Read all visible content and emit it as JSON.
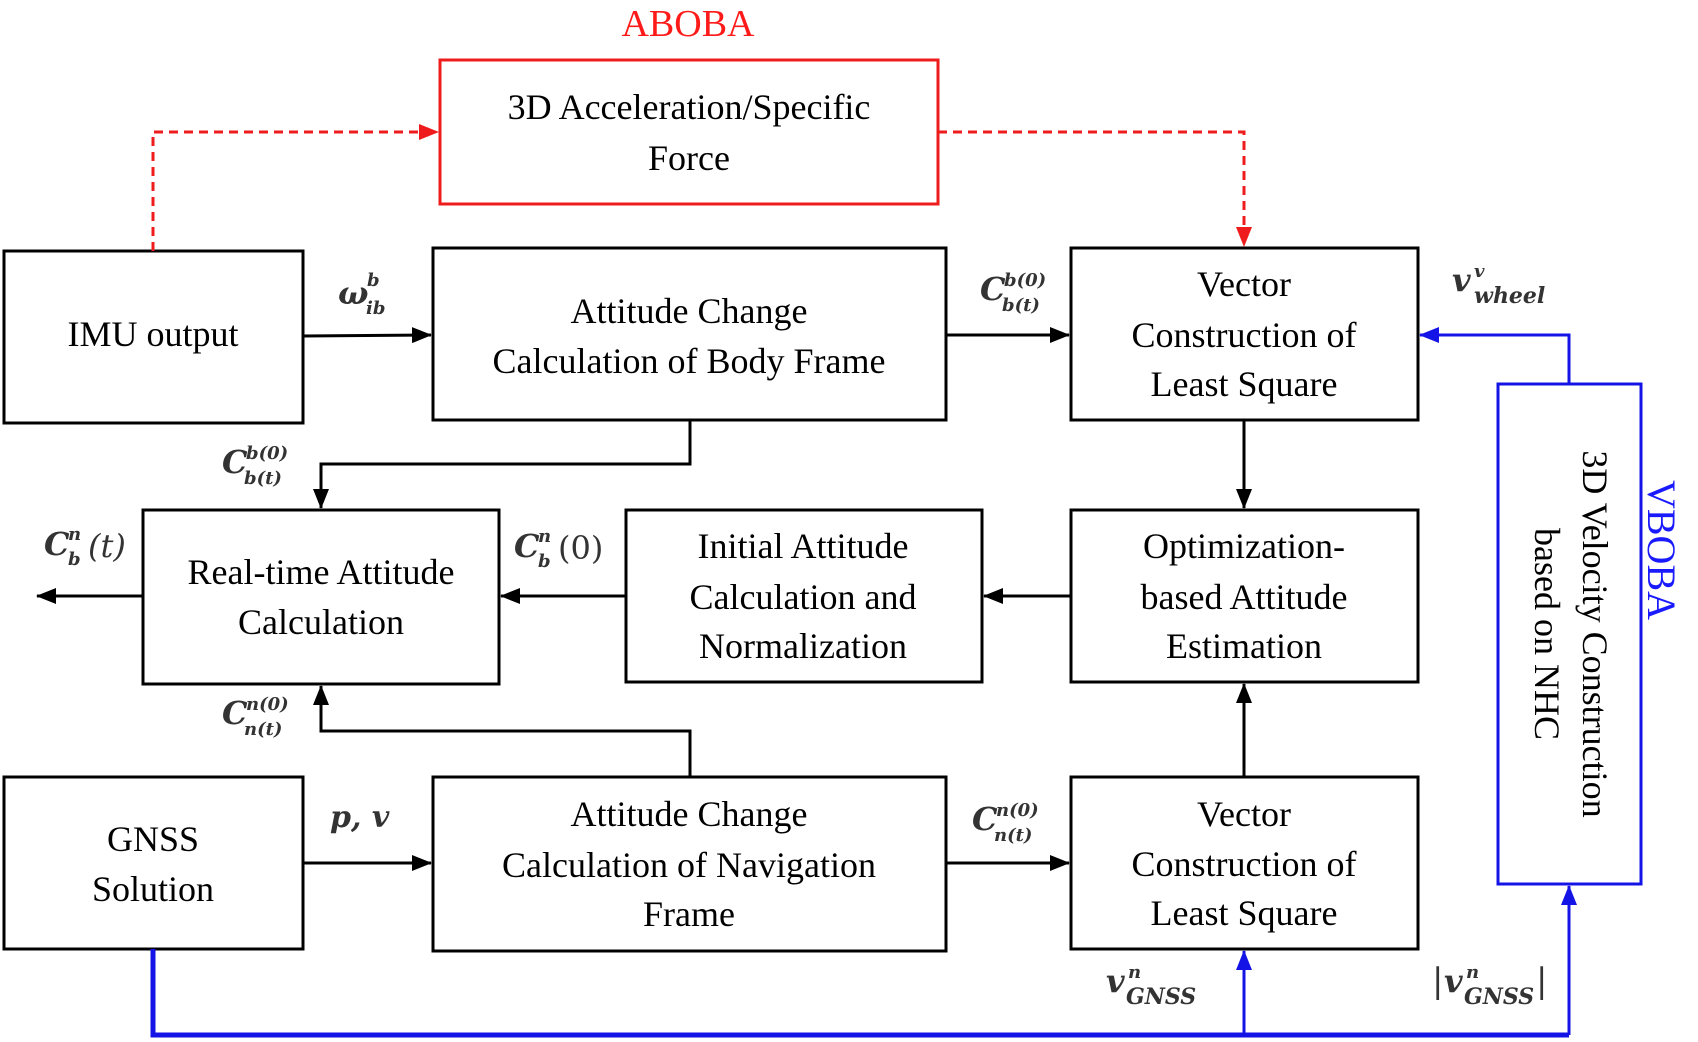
{
  "colors": {
    "black": "#000000",
    "red": "#ee1c1c",
    "blue": "#1414e6",
    "label_grey": "#333333"
  },
  "titles": {
    "aboba": "ABOBA",
    "vboba": "VBOBA"
  },
  "blocks": {
    "accel": [
      "3D Acceleration/Specific",
      "Force"
    ],
    "imu": [
      "IMU output"
    ],
    "att_body": [
      "Attitude Change",
      "Calculation of Body Frame"
    ],
    "vec_top": [
      "Vector",
      "Construction of",
      "Least Square"
    ],
    "realtime": [
      "Real-time Attitude",
      "Calculation"
    ],
    "init_att": [
      "Initial Attitude",
      "Calculation and",
      "Normalization"
    ],
    "opt": [
      "Optimization-",
      "based Attitude",
      "Estimation"
    ],
    "gnss": [
      "GNSS",
      "Solution"
    ],
    "att_nav": [
      "Attitude Change",
      "Calculation of Navigation",
      "Frame"
    ],
    "vec_bot": [
      "Vector",
      "Construction of",
      "Least Square"
    ],
    "vel_nhc": [
      "3D Velocity Construction",
      "based on NHC"
    ]
  },
  "signals": {
    "omega": {
      "base": "ω",
      "sup": "b",
      "sub": "ib"
    },
    "c_b_top": {
      "base": "C",
      "sup": "b(0)",
      "sub": "b(t)"
    },
    "c_b_left": {
      "base": "C",
      "sup": "b(0)",
      "sub": "b(t)"
    },
    "v_wheel": {
      "base": "v",
      "sup": "v",
      "sub": "wheel"
    },
    "c_n_t": {
      "base": "C",
      "sup": "n",
      "sub": "b",
      "tail": "(t)"
    },
    "c_n_0": {
      "base": "C",
      "sup": "n",
      "sub": "b",
      "tail": "(0)"
    },
    "c_n_left": {
      "base": "C",
      "sup": "n(0)",
      "sub": "n(t)"
    },
    "p_v": {
      "text": "p, v"
    },
    "c_n_bot": {
      "base": "C",
      "sup": "n(0)",
      "sub": "n(t)"
    },
    "v_gnss": {
      "base": "v",
      "sup": "n",
      "sub": "GNSS"
    },
    "v_gnss_abs": {
      "pre": "|",
      "base": "v",
      "sup": "n",
      "sub": "GNSS",
      "tail": "|"
    }
  }
}
